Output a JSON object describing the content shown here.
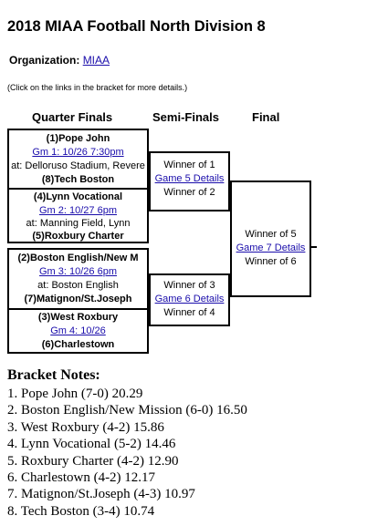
{
  "page": {
    "title": "2018 MIAA Football North Division 8",
    "org_label": "Organization:",
    "org_link": "MIAA",
    "hint": "(Click on the links in the bracket for more details.)"
  },
  "columns": [
    "Quarter Finals",
    "Semi-Finals",
    "Final"
  ],
  "quarterfinals": [
    {
      "team1": "(1)Pope John",
      "game": "Gm 1: 10/26 7:30pm",
      "venue": "at: Delloruso Stadium, Revere",
      "team2": "(8)Tech Boston"
    },
    {
      "team1": "(4)Lynn Vocational",
      "game": "Gm 2: 10/27 6pm",
      "venue": "at: Manning Field, Lynn",
      "team2": "(5)Roxbury Charter"
    },
    {
      "team1": "(2)Boston English/New M",
      "game": "Gm 3: 10/26 6pm",
      "venue": "at: Boston English",
      "team2": "(7)Matignon/St.Joseph"
    },
    {
      "team1": "(3)West Roxbury",
      "game": "Gm 4: 10/26",
      "venue": "",
      "team2": "(6)Charlestown"
    }
  ],
  "semifinals": [
    {
      "top": "Winner of 1",
      "link": "Game 5 Details",
      "bottom": "Winner of 2"
    },
    {
      "top": "Winner of 3",
      "link": "Game 6 Details",
      "bottom": "Winner of 4"
    }
  ],
  "final": {
    "top": "Winner of 5",
    "link": "Game 7 Details",
    "bottom": "Winner of 6"
  },
  "notes": {
    "title": "Bracket Notes:",
    "items": [
      "1. Pope John (7-0) 20.29",
      "2. Boston English/New Mission (6-0) 16.50",
      "3. West Roxbury (4-2) 15.86",
      "4. Lynn Vocational (5-2) 14.46",
      "5. Roxbury Charter (4-2) 12.90",
      "6. Charlestown (4-2) 12.17",
      "7. Matignon/St.Joseph (4-3) 10.97",
      "8. Tech Boston (3-4) 10.74"
    ]
  }
}
